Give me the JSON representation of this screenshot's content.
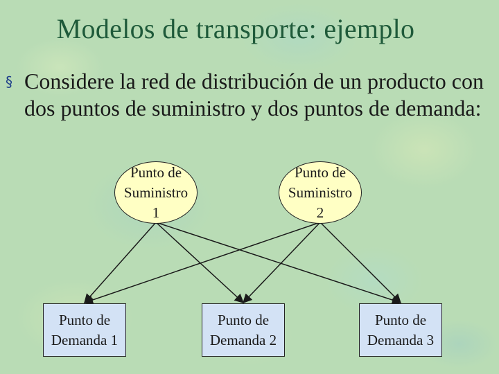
{
  "slide": {
    "title": "Modelos de transporte: ejemplo",
    "bullet": {
      "marker": "§",
      "text": "Considere la red de distribución de un producto con dos puntos de suministro y dos puntos de demanda:"
    }
  },
  "diagram": {
    "supply_nodes": [
      {
        "id": "s1",
        "label": "Punto de\nSuministro\n1"
      },
      {
        "id": "s2",
        "label": "Punto de\nSuministro\n2"
      }
    ],
    "demand_nodes": [
      {
        "id": "d1",
        "label": "Punto de\nDemanda 1"
      },
      {
        "id": "d2",
        "label": "Punto de\nDemanda 2"
      },
      {
        "id": "d3",
        "label": "Punto de\nDemanda 3"
      }
    ],
    "edges": [
      {
        "from": "s1",
        "to": "d1"
      },
      {
        "from": "s1",
        "to": "d2"
      },
      {
        "from": "s1",
        "to": "d3"
      },
      {
        "from": "s2",
        "to": "d1"
      },
      {
        "from": "s2",
        "to": "d2"
      },
      {
        "from": "s2",
        "to": "d3"
      }
    ],
    "colors": {
      "supply_fill": "#ffffc4",
      "demand_fill": "#d3e2f5",
      "edge": "#1a1a1a",
      "title": "#1f5a3a"
    }
  }
}
